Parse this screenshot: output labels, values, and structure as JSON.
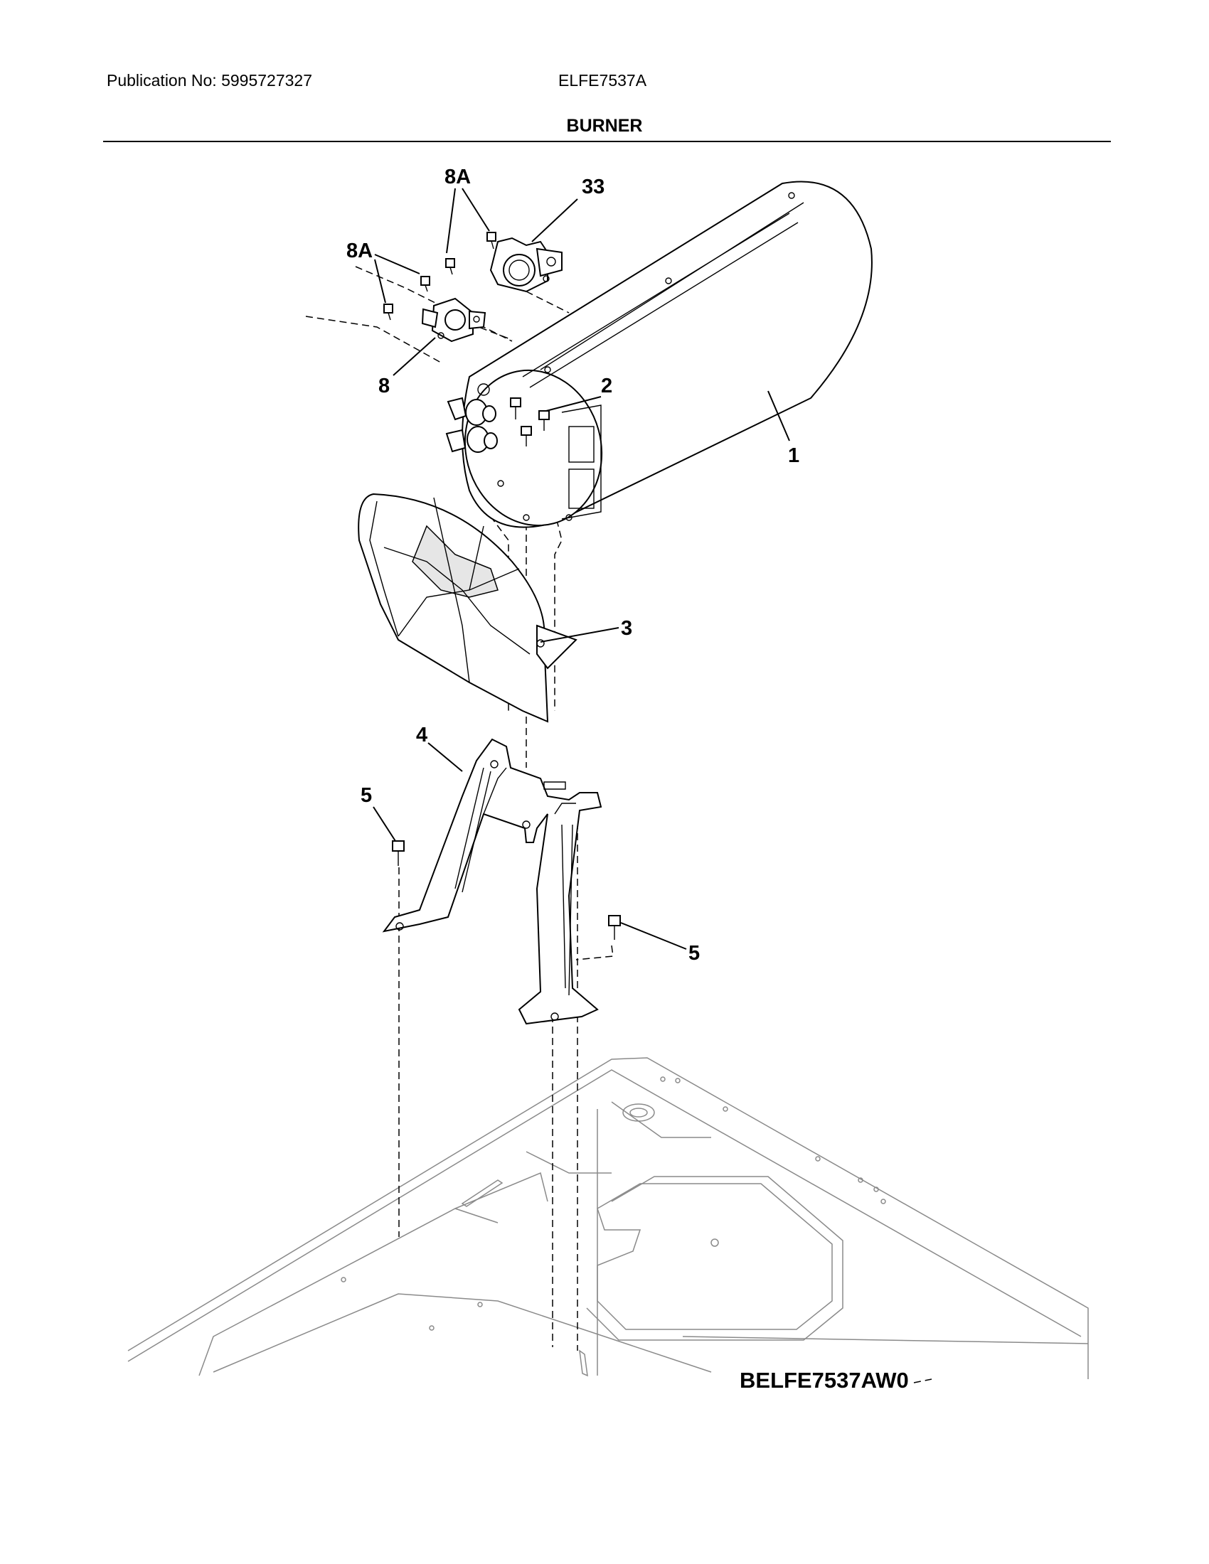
{
  "header": {
    "publication": "Publication No: 5995727327",
    "model": "ELFE7537A",
    "title": "BURNER"
  },
  "diagram": {
    "drawing_code": "BELFE7537AW0",
    "callouts": {
      "c8a_top": "8A",
      "c33": "33",
      "c8a_left": "8A",
      "c8": "8",
      "c2": "2",
      "c1": "1",
      "c3": "3",
      "c4": "4",
      "c5_left": "5",
      "c5_right": "5"
    }
  }
}
